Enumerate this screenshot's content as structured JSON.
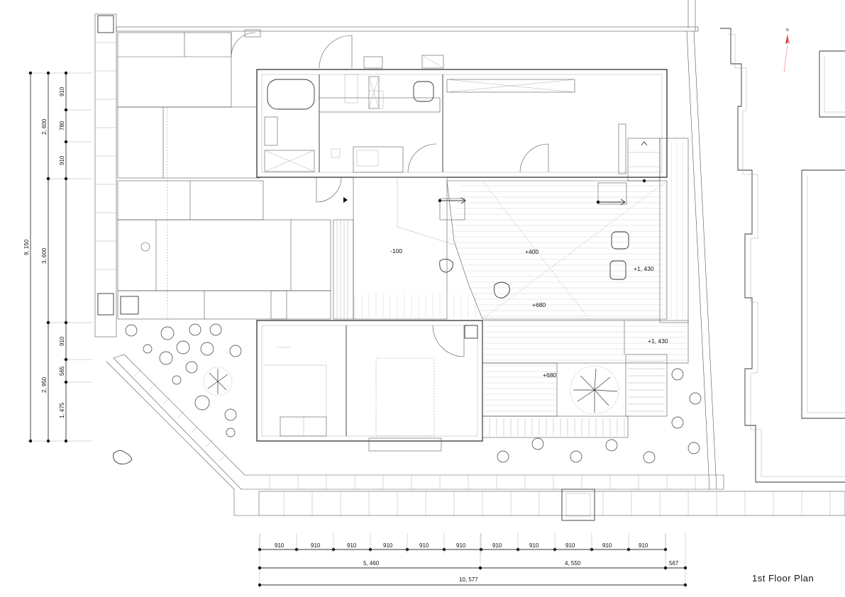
{
  "drawing": {
    "title": "1st Floor Plan",
    "north_label": "N"
  },
  "level_labels": [
    "-100",
    "+400",
    "+1, 430",
    "+680",
    "+1, 430",
    "+680"
  ],
  "dimensions": {
    "bottom_modules": [
      "910",
      "910",
      "910",
      "910",
      "910",
      "910",
      "910",
      "910",
      "910",
      "910",
      "910"
    ],
    "bottom_subtotals": [
      "5, 460",
      "4, 550",
      "567"
    ],
    "bottom_total": "10, 577",
    "left_inner": [
      "910",
      "780",
      "910",
      "910",
      "565",
      "1, 475"
    ],
    "left_middle": [
      "2, 600",
      "3, 600",
      "2, 950"
    ],
    "left_total": "9, 150"
  }
}
